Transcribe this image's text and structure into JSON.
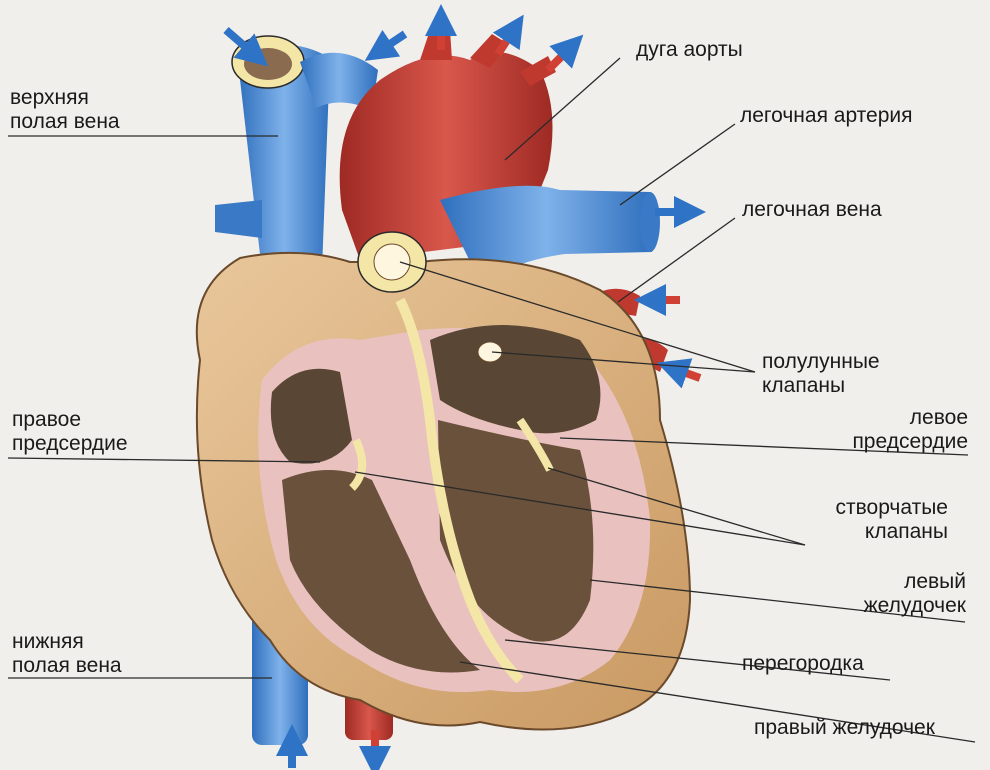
{
  "labels": {
    "sup_vena_cava": [
      "верхняя",
      "полая вена"
    ],
    "aortic_arch": "дуга аорты",
    "pulm_artery": "легочная артерия",
    "pulm_vein": "легочная вена",
    "semilunar_valves": [
      "полулунные",
      "клапаны"
    ],
    "right_atrium": [
      "правое",
      "предсердие"
    ],
    "left_atrium": [
      "левое",
      "предсердие"
    ],
    "cusp_valves": [
      "створчатые",
      "клапаны"
    ],
    "left_ventricle": [
      "левый",
      "желудочек"
    ],
    "inf_vena_cava": [
      "нижняя",
      "полая вена"
    ],
    "septum": "перегородка",
    "right_ventricle": "правый желудочек"
  },
  "colors": {
    "vein_blue": "#4a86cf",
    "artery_red": "#c0392f",
    "muscle": "#d8b07e",
    "cavity": "#5a4634",
    "inner_wall": "#e9c2c0",
    "valve": "#f3e6a6",
    "leader_line": "#2a2a2a"
  }
}
